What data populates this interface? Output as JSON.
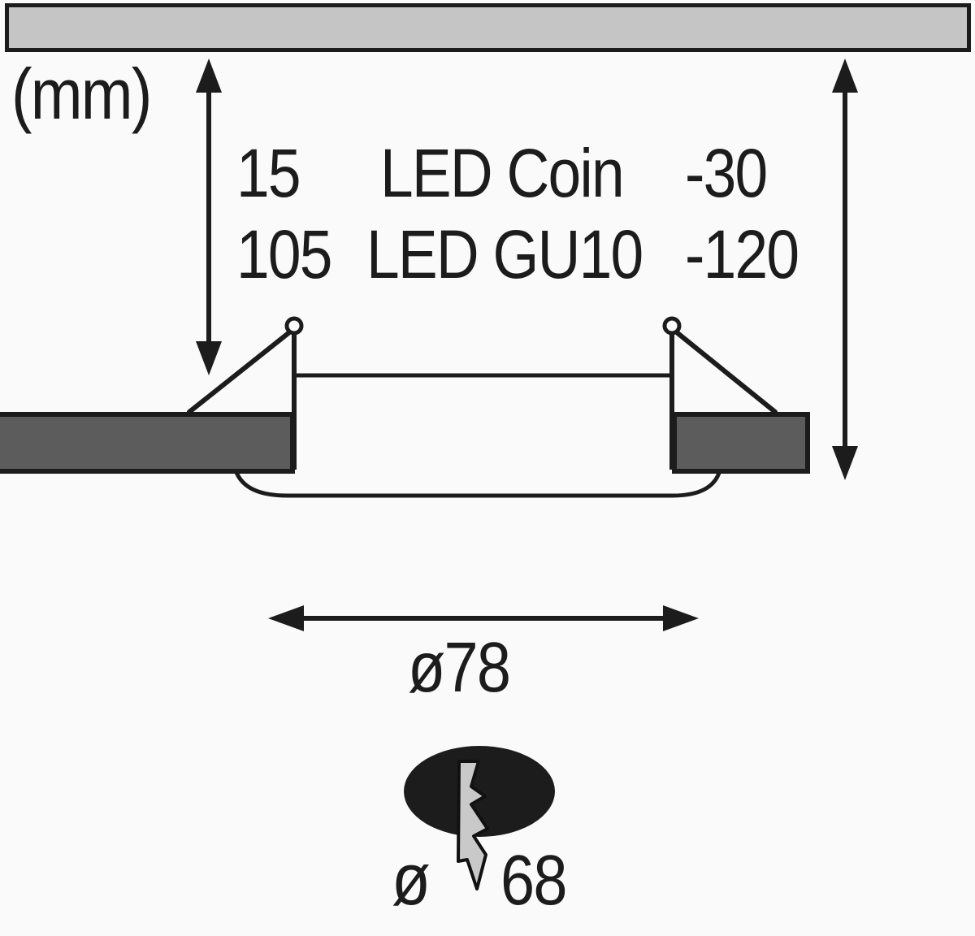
{
  "diagram": {
    "title_hint": "recessed-luminaire-installation-dimensions",
    "unit_label": "(mm)",
    "depth_table": {
      "rows": [
        {
          "min": "15",
          "model": "LED Coin",
          "max": "-30"
        },
        {
          "min": "105",
          "model": "LED GU10",
          "max": "-120"
        }
      ]
    },
    "cutout_diameter_label": "ø78",
    "hole_diameter": {
      "symbol": "ø",
      "value": "68"
    },
    "icons": {
      "electric-bolt-icon": "lightning bolt (electrical connection) over black ellipse",
      "spring-clip-icon": "mounting spring clip with pivot circle",
      "double-arrow-icon": "dimension arrow"
    }
  },
  "colors": {
    "ink": "#1c1c1c",
    "bar-fill": "#c5c5c5",
    "block-fill": "#5c5c5c",
    "bolt-fill": "#c9c9c9",
    "background": "#fafafa"
  }
}
